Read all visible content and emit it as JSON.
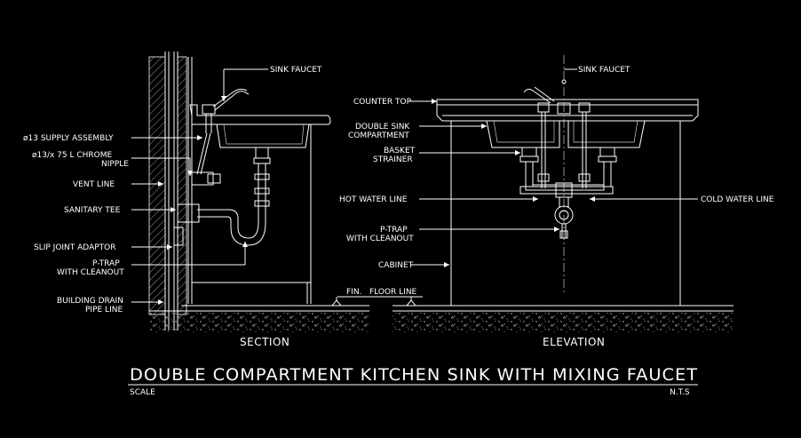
{
  "drawing": {
    "title": "DOUBLE COMPARTMENT KITCHEN SINK WITH MIXING FAUCET",
    "scale_label": "SCALE",
    "scale_value": "N.T.S",
    "line_color": "#ffffff",
    "background": "#000000"
  },
  "section": {
    "caption": "SECTION",
    "labels": {
      "sink_faucet": "SINK FAUCET",
      "supply_assembly": "ø13 SUPPLY ASSEMBLY",
      "chrome_nipple_1": "ø13/x 75 L CHROME",
      "chrome_nipple_2": "NIPPLE",
      "vent_line": "VENT LINE",
      "sanitary_tee": "SANITARY TEE",
      "slip_joint": "SLIP JOINT ADAPTOR",
      "ptrap_1": "P-TRAP",
      "ptrap_2": "WITH CLEANOUT",
      "drain_1": "BUILDING DRAIN",
      "drain_2": "PIPE LINE"
    }
  },
  "elevation": {
    "caption": "ELEVATION",
    "labels": {
      "sink_faucet": "SINK FAUCET",
      "counter_top": "COUNTER TOP",
      "double_sink_1": "DOUBLE SINK",
      "double_sink_2": "COMPARTMENT",
      "basket_1": "BASKET",
      "basket_2": "STRAINER",
      "hot_water": "HOT WATER LINE",
      "cold_water": "COLD WATER LINE",
      "ptrap_1": "P-TRAP",
      "ptrap_2": "WITH CLEANOUT",
      "cabinet": "CABINET",
      "floor_line": "FIN.   FLOOR LINE"
    }
  }
}
